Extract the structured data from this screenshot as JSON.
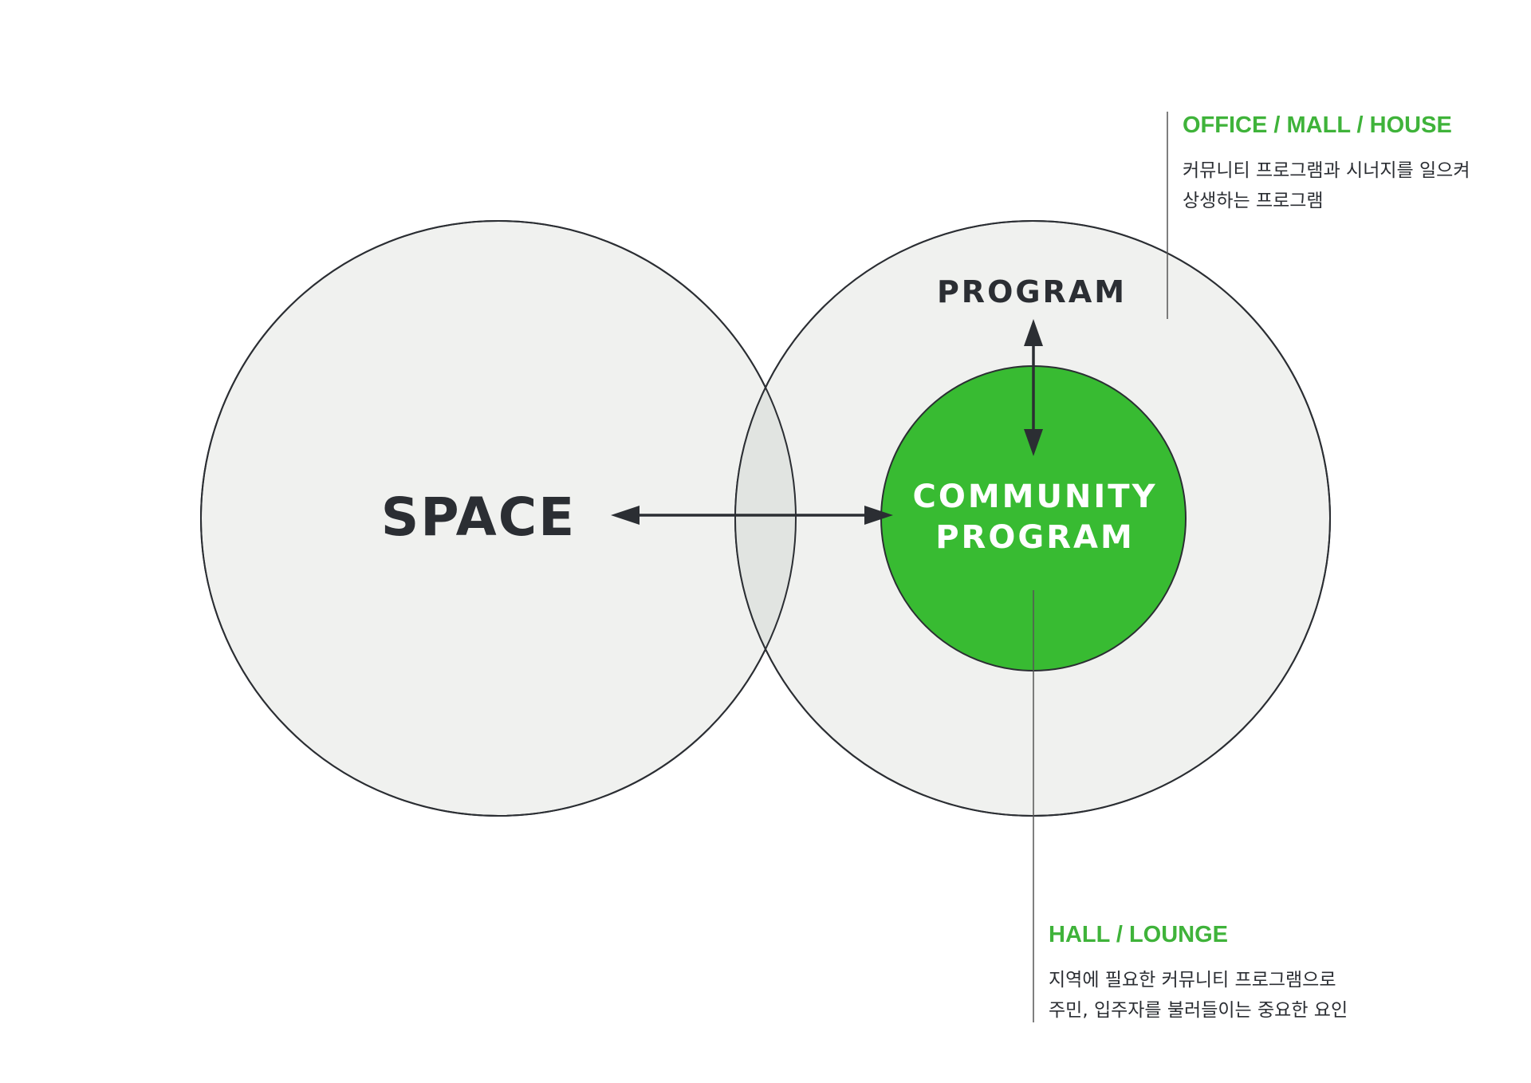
{
  "colors": {
    "outer_circle_fill": "#f0f1ef",
    "overlap_fill": "#e1e4e1",
    "stroke": "#2b2e33",
    "community_green": "#38bb32",
    "annotation_green": "#3fb33a",
    "arrow": "#2b2e33",
    "leader_line": "#555555"
  },
  "labels": {
    "space": "SPACE",
    "program": "PROGRAM",
    "community_line1": "COMMUNITY",
    "community_line2": "PROGRAM"
  },
  "annotations": {
    "office": {
      "title": "OFFICE / MALL / HOUSE",
      "desc_line1": "커뮤니티 프로그램과 시너지를 일으켜",
      "desc_line2": "상생하는 프로그램"
    },
    "hall": {
      "title": "HALL / LOUNGE",
      "desc_line1": "지역에 필요한 커뮤니티 프로그램으로",
      "desc_line2": "주민, 입주자를 불러들이는 중요한 요인"
    }
  }
}
